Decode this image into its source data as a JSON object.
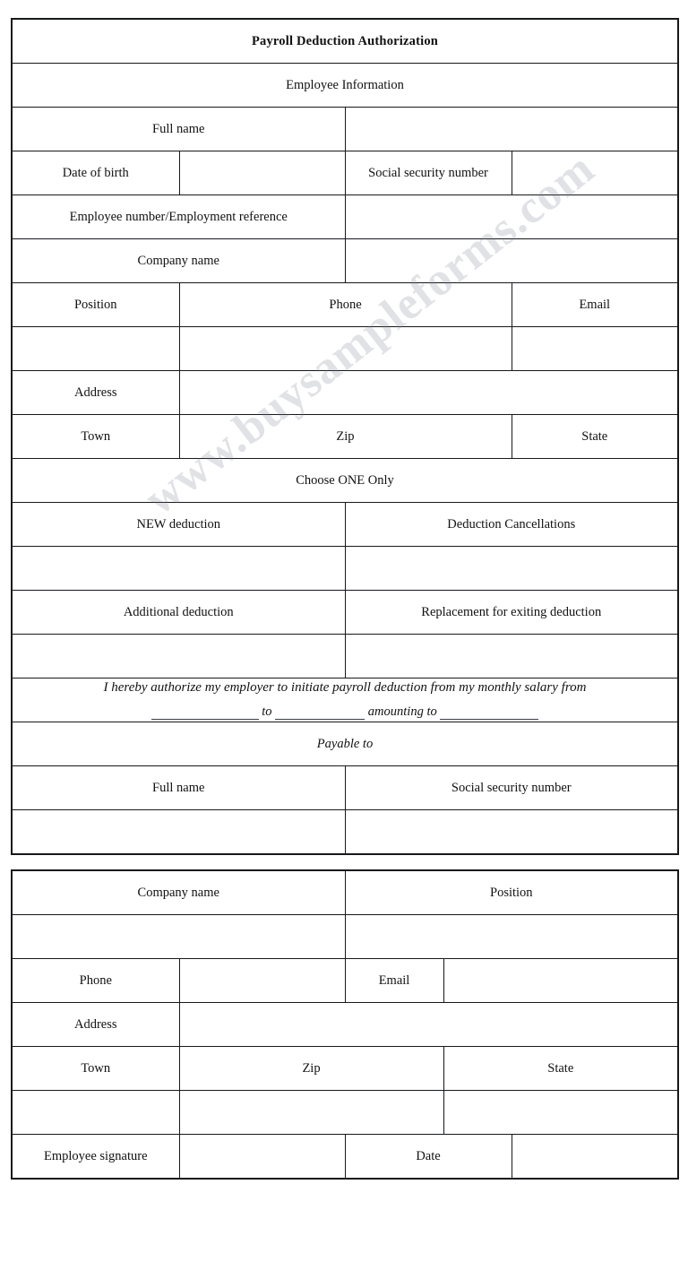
{
  "document": {
    "title": "Payroll Deduction Authorization",
    "watermark": "www.buysampleforms.com"
  },
  "section_employee": {
    "heading": "Employee Information",
    "labels": {
      "full_name": "Full name",
      "date_of_birth": "Date of birth",
      "social_security_number": "Social security number",
      "employee_number": "Employee number/Employment reference",
      "company_name": "Company name",
      "position": "Position",
      "phone": "Phone",
      "email": "Email",
      "address": "Address",
      "town": "Town",
      "zip": "Zip",
      "state": "State"
    },
    "values": {
      "full_name": "",
      "date_of_birth": "",
      "social_security_number": "",
      "employee_number": "",
      "company_name": "",
      "position": "",
      "phone": "",
      "email": "",
      "address": "",
      "town": "",
      "zip": "",
      "state": ""
    }
  },
  "section_choose": {
    "heading": "Choose ONE Only",
    "options": [
      {
        "label": "NEW deduction",
        "value": ""
      },
      {
        "label": "Deduction Cancellations",
        "value": ""
      },
      {
        "label": "Additional deduction",
        "value": ""
      },
      {
        "label": "Replacement for exiting deduction",
        "value": ""
      }
    ]
  },
  "section_authorization": {
    "statement": "I hereby authorize my employer to initiate payroll deduction from my monthly salary from",
    "connector_to": "to",
    "connector_amounting_to": "amounting to",
    "from_value": "",
    "to_value": "",
    "amount_value": ""
  },
  "section_payable": {
    "heading": "Payable to",
    "labels": {
      "full_name": "Full name",
      "social_security_number": "Social security number"
    },
    "values": {
      "full_name": "",
      "social_security_number": ""
    }
  },
  "section_employer": {
    "labels": {
      "company_name": "Company name",
      "position": "Position",
      "phone": "Phone",
      "email": "Email",
      "address": "Address",
      "town": "Town",
      "zip": "Zip",
      "state": "State",
      "employee_signature": "Employee signature",
      "date": "Date"
    },
    "values": {
      "company_name": "",
      "position": "",
      "phone": "",
      "email": "",
      "address": "",
      "town": "",
      "zip": "",
      "state": "",
      "employee_signature": "",
      "date": ""
    }
  },
  "colors": {
    "header_blue": "#b8cce4",
    "cell_blue": "#dce3ef",
    "border": "#16181c"
  }
}
